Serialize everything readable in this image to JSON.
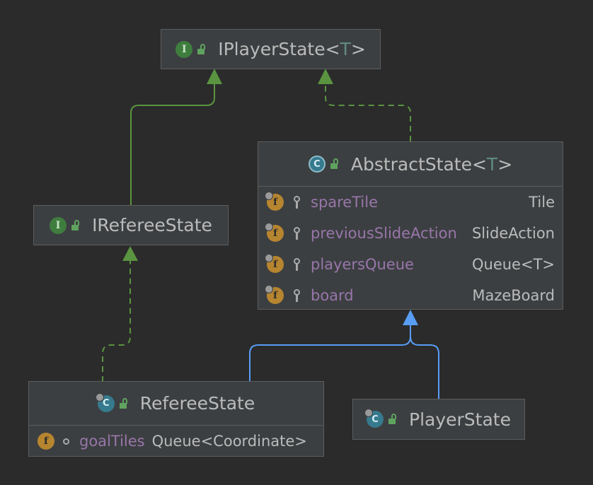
{
  "colors": {
    "background": "#2b2b2b",
    "node_fill": "#3c3f41",
    "implements_edge": "#5a9440",
    "extends_edge": "#589df6",
    "field_name": "#9876aa",
    "generic_param": "#5f8b7e"
  },
  "nodes": {
    "iplayerstate": {
      "kind": "interface",
      "badge": "I",
      "name": "IPlayerState",
      "lt": "<",
      "param": "T",
      "gt": ">"
    },
    "abstractstate": {
      "kind": "abstract-class",
      "badge": "C",
      "name": "AbstractState",
      "lt": "<",
      "param": "T",
      "gt": ">",
      "fields": [
        {
          "badge": "f",
          "icon": "key-icon",
          "name": "spareTile",
          "type": "Tile"
        },
        {
          "badge": "f",
          "icon": "key-icon",
          "name": "previousSlideAction",
          "type": "SlideAction"
        },
        {
          "badge": "f",
          "icon": "key-icon",
          "name": "playersQueue",
          "type": "Queue<T>"
        },
        {
          "badge": "f",
          "icon": "key-icon",
          "name": "board",
          "type": "MazeBoard"
        }
      ]
    },
    "irefereestate": {
      "kind": "interface",
      "badge": "I",
      "name": "IRefereeState"
    },
    "refereestate": {
      "kind": "class",
      "badge": "C",
      "name": "RefereeState",
      "fields": [
        {
          "badge": "f",
          "icon": "package-private-icon",
          "name": "goalTiles",
          "type": "Queue<Coordinate>"
        }
      ]
    },
    "playerstate": {
      "kind": "class",
      "badge": "C",
      "name": "PlayerState"
    }
  },
  "edges": [
    {
      "from": "IRefereeState",
      "to": "IPlayerState",
      "kind": "extends-interface",
      "style": "solid-green"
    },
    {
      "from": "AbstractState",
      "to": "IPlayerState",
      "kind": "implements",
      "style": "dashed-green"
    },
    {
      "from": "RefereeState",
      "to": "IRefereeState",
      "kind": "implements",
      "style": "dashed-green"
    },
    {
      "from": "RefereeState",
      "to": "AbstractState",
      "kind": "extends",
      "style": "solid-blue"
    },
    {
      "from": "PlayerState",
      "to": "AbstractState",
      "kind": "extends",
      "style": "solid-blue"
    }
  ]
}
